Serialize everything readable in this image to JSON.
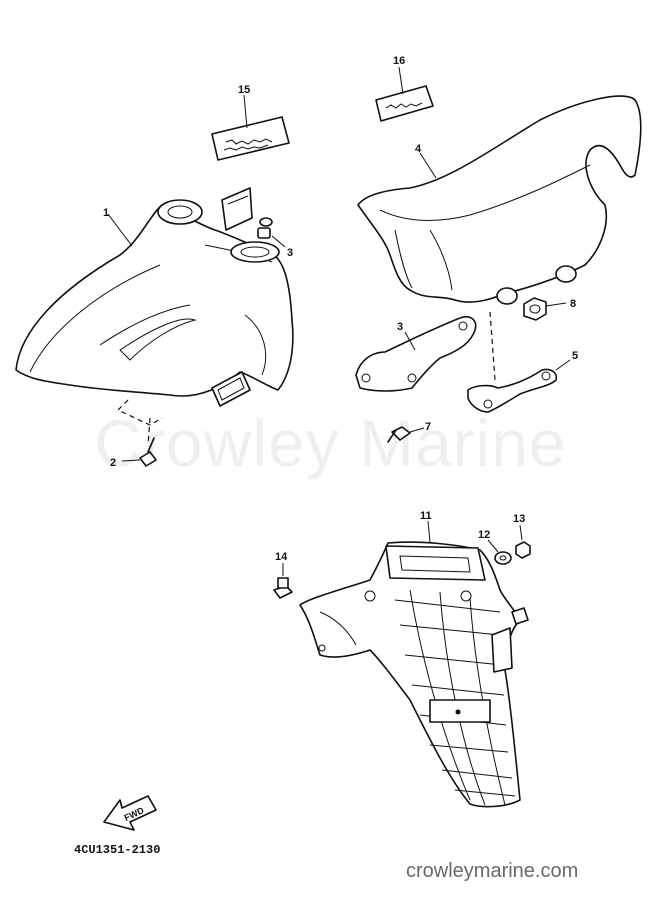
{
  "diagram": {
    "watermark": "Crowley Marine",
    "drawing_code": "4CU1351-2130",
    "brand": "crowleymarine.com",
    "fwd_label": "FWD",
    "callouts": [
      "1",
      "2",
      "3",
      "4",
      "3",
      "5",
      "7",
      "8",
      "15",
      "16",
      "11",
      "12",
      "13",
      "14"
    ]
  }
}
